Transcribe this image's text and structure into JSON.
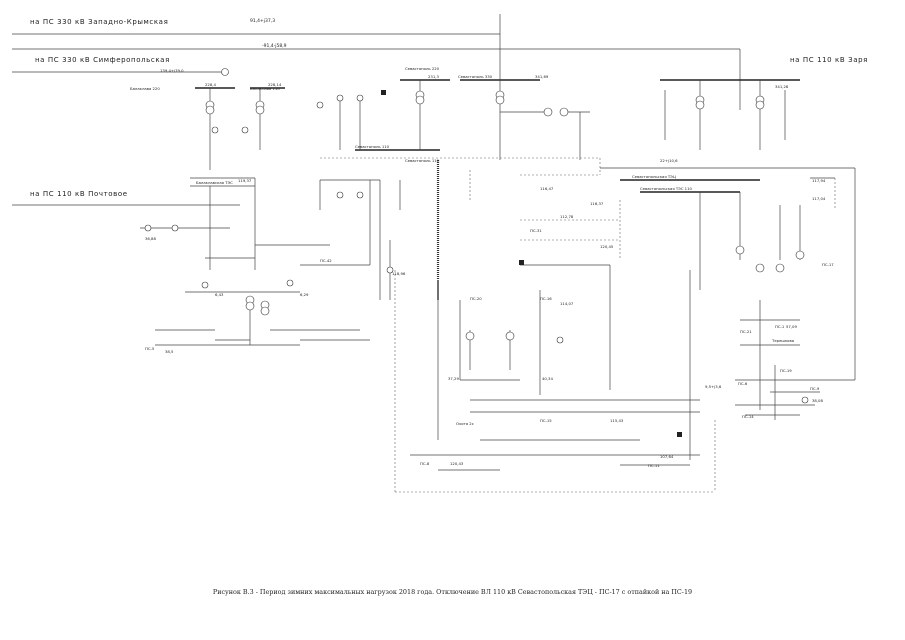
{
  "feeders": {
    "zapadno_krymskaya": "на ПС 330 кВ Западно-Крымская",
    "simferopolskaya": "на ПС 330 кВ Симферопольская",
    "zarya": "на ПС 110 кВ Заря",
    "pochtovoe": "на ПС 110 кВ Почтовое"
  },
  "substations": {
    "balaklava_220": "Балаклава 220",
    "balaklava_110": "Балаклава 110",
    "sevastopol_220": "Севастополь 220",
    "sevastopol_330": "Севастополь 330",
    "sevastopol_110": "Севастополь 110",
    "sevastopol_110_2": "Севастополь 110",
    "sevastopolskaya_tets": "Севастопольская ТЭЦ",
    "sevastopolskaya_tes_110": "Севастопольская ТЭС 110",
    "balaklavskaya_tes": "Балаклавская ТЭС",
    "ps_17": "ПС-17",
    "ps_19": "ПС-19",
    "ps_21": "ПС-21",
    "ps_31": "ПС-31",
    "ps_42": "ПС-42",
    "ps_5": "ПС-5",
    "ps_20": "ПС-20",
    "ps_1": "ПС-1",
    "ps_15": "ПС-15",
    "ps_16": "ПС-16",
    "ps_6": "ПС-6",
    "ps_14": "ПС-14",
    "ps_9": "ПС-9",
    "ps_11": "ПС-11",
    "ps_8": "ПС-8",
    "ochota": "Охота 2с",
    "tereshkova": "Терешкова"
  },
  "values": {
    "v1": "139,4+j79,0",
    "v2": "228,4",
    "v3": "228,14",
    "v4": "231,3",
    "v5": "341,69",
    "v6": "341,28",
    "v7": "119,37",
    "v8": "117,94",
    "v9": "117,04",
    "v10": "116,47",
    "v11": "112,78",
    "v12": "118,96",
    "v13": "114,07",
    "v14": "115,43",
    "v15": "116,37",
    "v16": "37,29",
    "v17": "36,88",
    "v18": "6,43",
    "v19": "6,29",
    "v20": "38,5",
    "v21": "57,09",
    "v22": "40,34",
    "v23": "38,08",
    "v24": "107,64",
    "v25": "91,4+j37,3",
    "v26": "-91,4-j58,9",
    "v27": "22+j10,6",
    "v28": "9,5+j3,6",
    "v29": "120,43",
    "v30": "120,45"
  },
  "caption": "Рисунок В.3 - Период зимних максимальных нагрузок 2018 года. Отключение ВЛ 110 кВ Севастопольская ТЭЦ - ПС-17 с отпайкой на ПС-19"
}
